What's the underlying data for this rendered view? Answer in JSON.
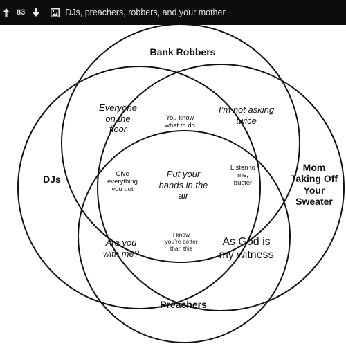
{
  "post": {
    "score": "83",
    "title": "DJs, preachers, robbers, and your mother",
    "icons": {
      "upvote": "arrow-up",
      "downvote": "arrow-down",
      "type": "image"
    }
  },
  "venn": {
    "sets": {
      "bank_robbers": "Bank Robbers",
      "djs": "DJs",
      "mom": "Mom\nTaking Off\nYour\nSweater",
      "preachers": "Preachers"
    },
    "regions": {
      "djs_robbers": "Everyone\non the\nfloor",
      "robbers_mom": "I’m not asking\ntwice",
      "djs_robbers_mom": "You know\nwhat to do",
      "djs_robbers_preachers": "Give\neverything\nyou got",
      "all_four": "Put your\nhands in the\nair",
      "robbers_mom_preachers": "Listen to\nme,\nbuster",
      "djs_preachers": "Are you\nwith me?",
      "djs_mom_preachers": "I know\nyou’re better\nthan this",
      "mom_preachers": "As God is\nmy witness"
    }
  }
}
